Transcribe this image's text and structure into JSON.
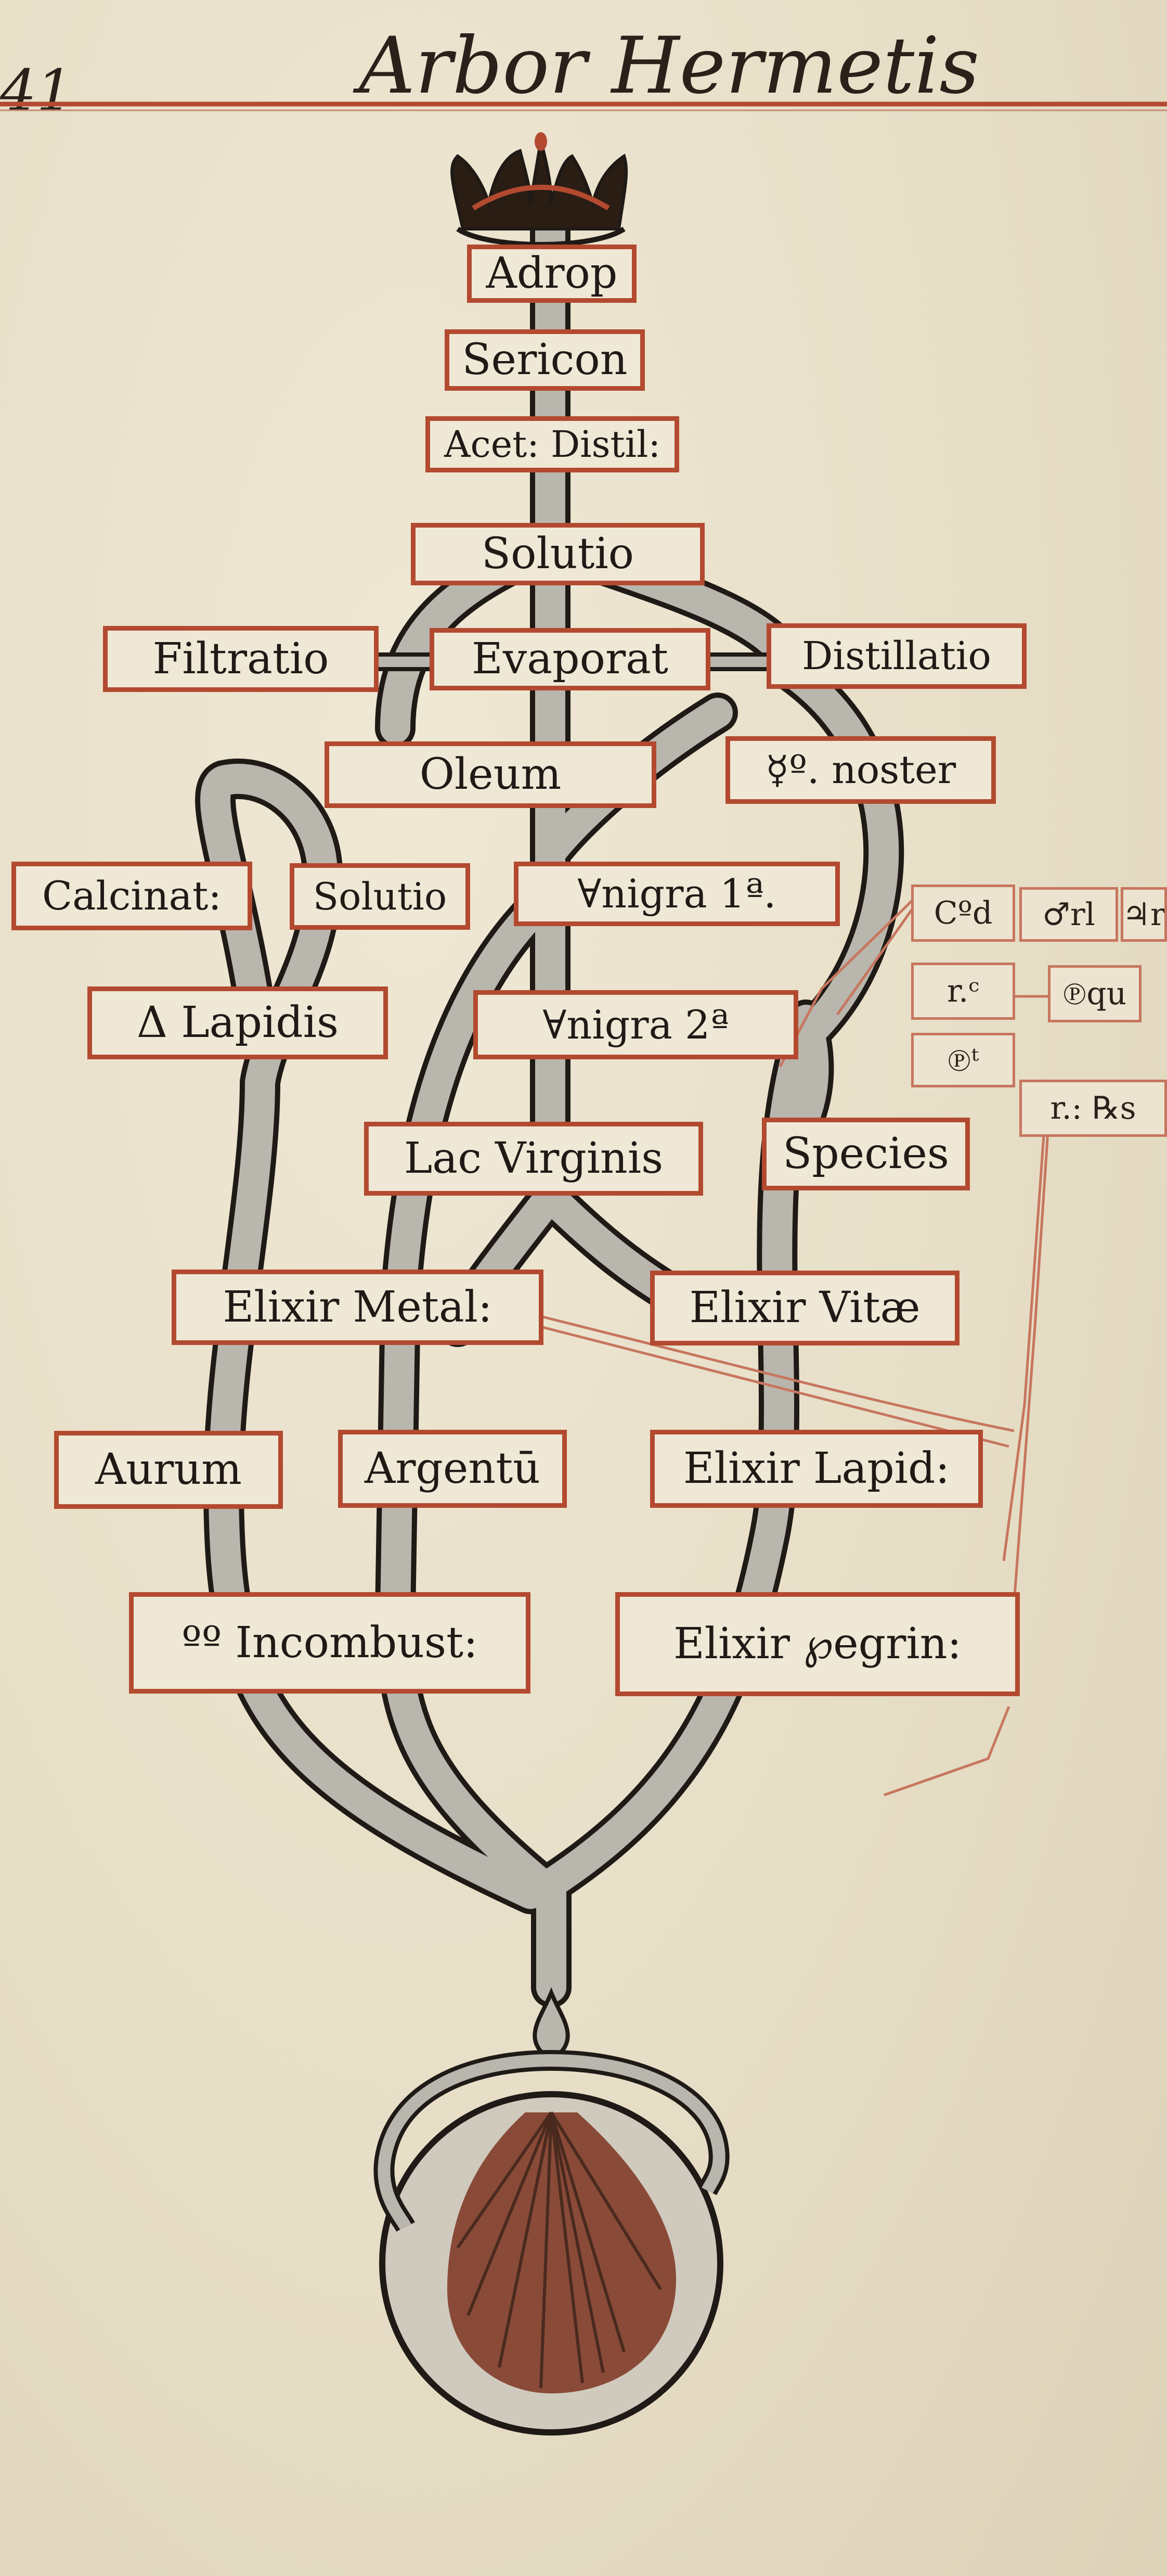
{
  "header": {
    "page_number": "41",
    "title": "Arbor Hermetis"
  },
  "nodes": {
    "adrop": "Adrop",
    "sericon": "Sericon",
    "acet_distil": "Acet: Distil:",
    "solutio_top": "Solutio",
    "filtratio": "Filtratio",
    "evaporat": "Evaporat",
    "distillatio": "Distillatio",
    "oleum": "Oleum",
    "mercury_noster": "☿º. noster",
    "calcinat": "Calcinat:",
    "solutio_left": "Solutio",
    "nigra_1": "∀nigra 1ª.",
    "lapidis": "Δ Lapidis",
    "nigra_2": "∀nigra 2ª",
    "lac_virginis": "Lac Virginis",
    "species": "Species",
    "elixir_metal": "Elixir Metal:",
    "elixir_vitae": "Elixir Vitæ",
    "aurum": "Aurum",
    "argentum": "Argentū",
    "elixir_lapid": "Elixir Lapid:",
    "oo_incombust": "ºº Incombust:",
    "elixir_pegrin": "Elixir ℘egrin:"
  },
  "side_notes": {
    "n1": "Cºd",
    "n2": "♂rl",
    "n3": "♃r",
    "n4": "r.ᶜ",
    "n5": "℗qu",
    "n6": "℗ᵗ",
    "n7": "r.: ℞s"
  },
  "colors": {
    "paper": "#e9e1cc",
    "ink": "#1f1a16",
    "box_border": "#b34a30",
    "branch_fill": "#b9b6ad"
  },
  "icons": {
    "crown": "crown-icon",
    "vessel": "vessel-with-roots-icon"
  }
}
